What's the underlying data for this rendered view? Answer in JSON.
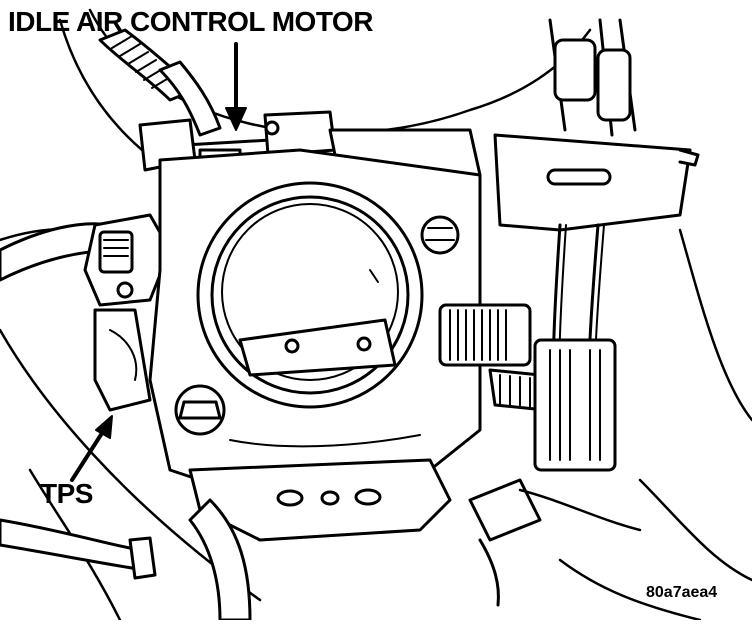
{
  "diagram": {
    "callouts": {
      "idle_air_control_motor": "IDLE AIR CONTROL MOTOR",
      "tps": "TPS"
    },
    "figure_code": "80a7aea4"
  },
  "colors": {
    "ink": "#000000",
    "paper": "#ffffff"
  }
}
